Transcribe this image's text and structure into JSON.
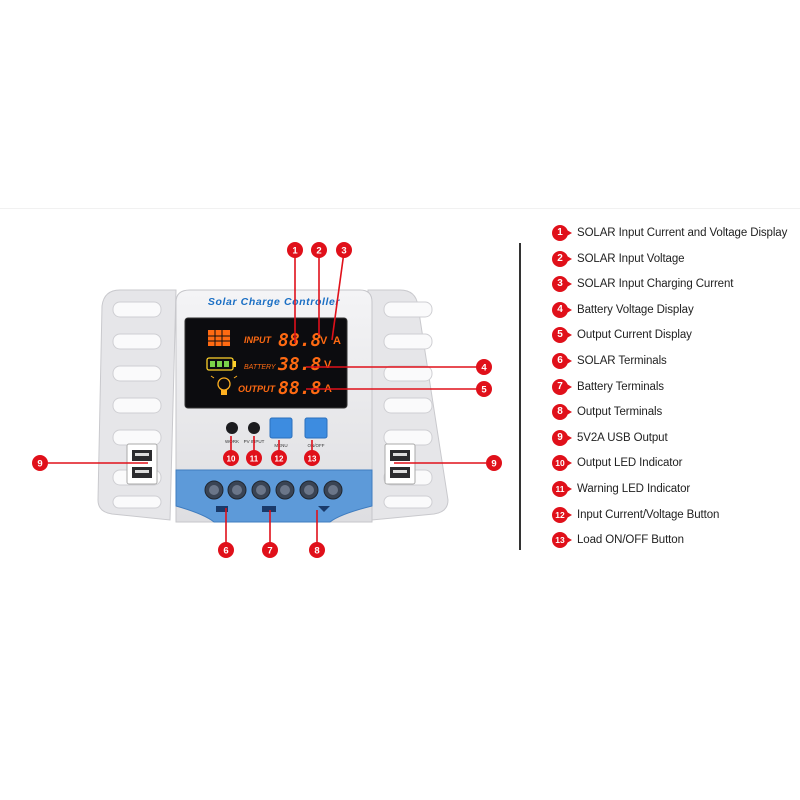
{
  "device": {
    "title": "Solar Charge Controller",
    "screen": {
      "row1": {
        "label": "INPUT",
        "digits": "88.8",
        "units": [
          "V",
          "A"
        ]
      },
      "row2": {
        "label": "BATTERY",
        "digits": "38.8",
        "unit": "V"
      },
      "row3": {
        "label": "OUTPUT",
        "digits": "88.8",
        "unit": "A"
      }
    },
    "indicator_labels": [
      "WORK",
      "PV INPUT"
    ],
    "button_labels": [
      "MENU",
      "ON/OFF"
    ]
  },
  "callouts": [
    "1",
    "2",
    "3",
    "4",
    "5",
    "6",
    "7",
    "8",
    "9",
    "9",
    "10",
    "11",
    "12",
    "13"
  ],
  "legend": [
    {
      "num": "1",
      "label": "SOLAR Input Current and Voltage Display"
    },
    {
      "num": "2",
      "label": "SOLAR Input Voltage"
    },
    {
      "num": "3",
      "label": "SOLAR Input Charging Current"
    },
    {
      "num": "4",
      "label": "Battery Voltage Display"
    },
    {
      "num": "5",
      "label": "Output Current Display"
    },
    {
      "num": "6",
      "label": "SOLAR Terminals"
    },
    {
      "num": "7",
      "label": "Battery Terminals"
    },
    {
      "num": "8",
      "label": "Output Terminals"
    },
    {
      "num": "9",
      "label": "5V2A USB Output"
    },
    {
      "num": "10",
      "label": "Output LED Indicator"
    },
    {
      "num": "11",
      "label": "Warning LED Indicator"
    },
    {
      "num": "12",
      "label": "Input Current/Voltage Button"
    },
    {
      "num": "13",
      "label": "Load ON/OFF Button"
    }
  ],
  "colors": {
    "callout": "#e0101a",
    "housing": "#e9e9eb",
    "terminal_block": "#5d9ad9",
    "title": "#1b6fc4",
    "screen": "#0c0c0f",
    "segment_orange": "#ff6a12"
  }
}
